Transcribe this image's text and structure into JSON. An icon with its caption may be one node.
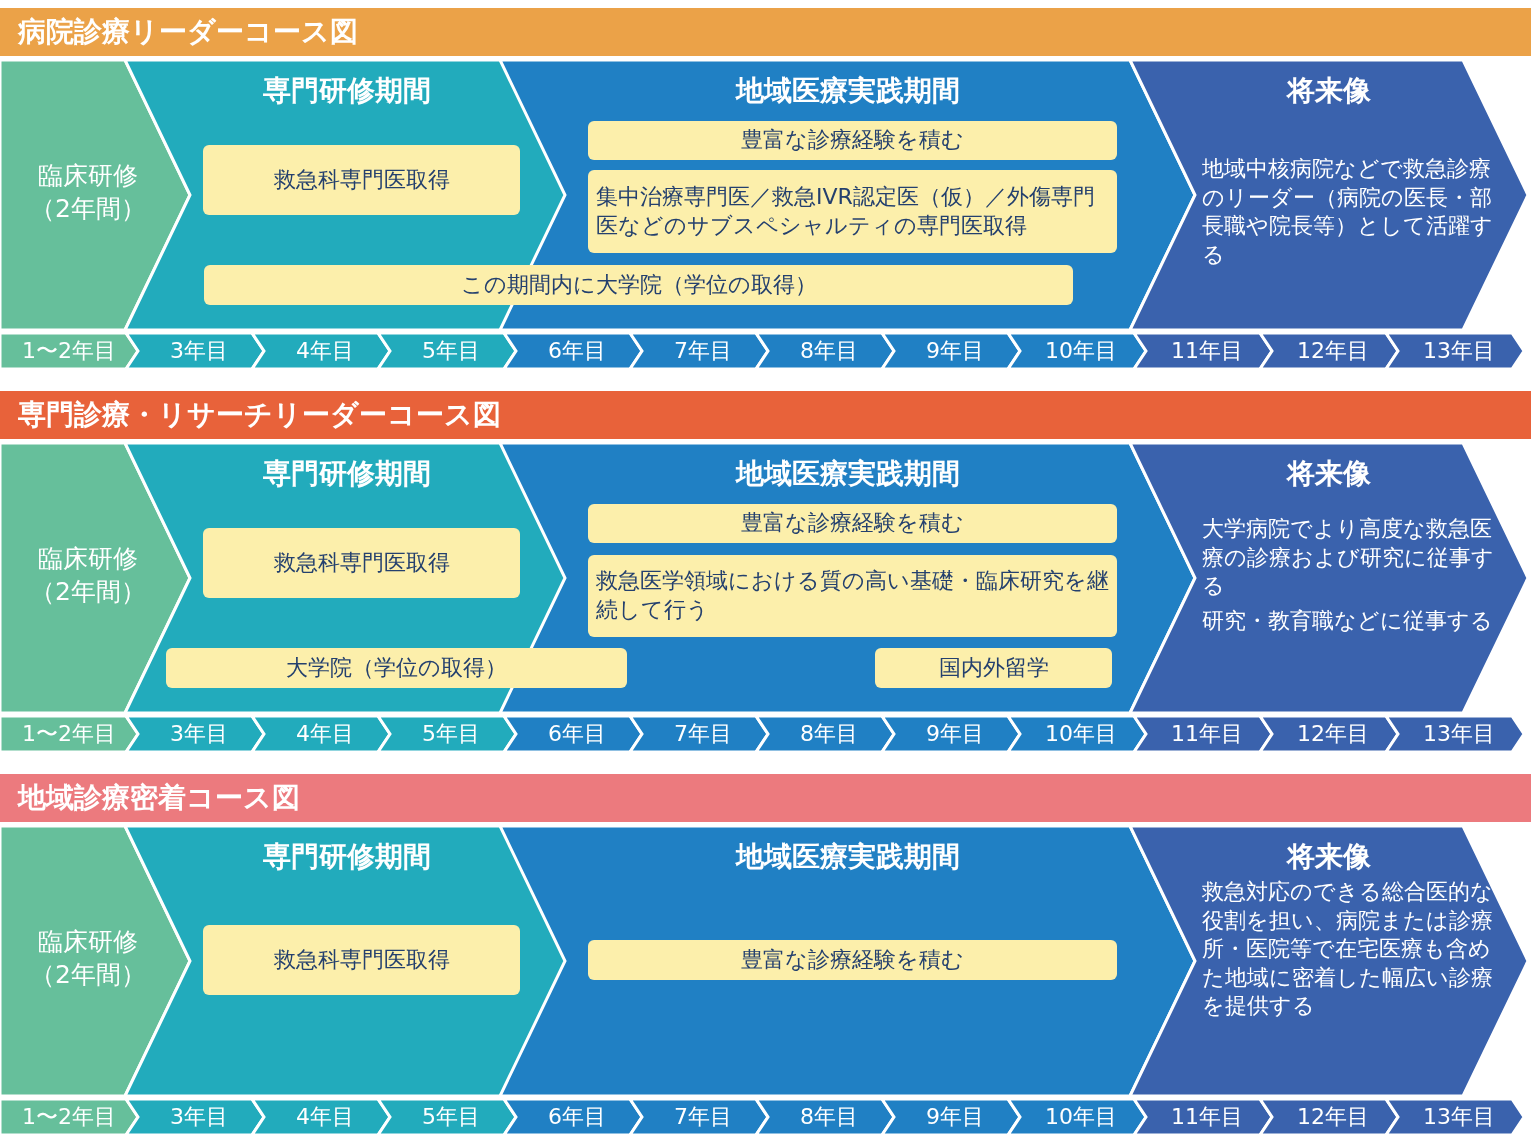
{
  "diagram": {
    "nodes": [
      {
        "text": [
          "病院診療リーダーコース図"
        ]
      },
      {
        "text": [
          "臨床研修（2年間）"
        ]
      },
      {
        "text": [
          "専門研修期間"
        ]
      },
      {
        "text": [
          "救急科専門医取得"
        ],
        "in": 2
      },
      {
        "text": [
          "この期間内に大学院（学位の取得）"
        ]
      },
      {
        "text": [
          "地域医療実践期間"
        ]
      },
      {
        "text": [
          "豊富な診療経験を積む"
        ],
        "in": 5
      },
      {
        "text": [
          "集中治療専門医／救急IVR認定医（仮）／外傷専門医などのサブスペシャルティの専門医取得"
        ],
        "in": 5
      },
      {
        "text": [
          "将来像",
          "地域中核病院などで救急診療のリーダー（病院の医長・部長職や院長等）として活躍する"
        ]
      },
      {
        "text": [
          "1〜2年目"
        ]
      },
      {
        "text": [
          "3年目"
        ]
      },
      {
        "text": [
          "4年目"
        ]
      },
      {
        "text": [
          "5年目"
        ]
      },
      {
        "text": [
          "6年目"
        ]
      },
      {
        "text": [
          "7年目"
        ]
      },
      {
        "text": [
          "8年目"
        ]
      },
      {
        "text": [
          "9年目"
        ]
      },
      {
        "text": [
          "10年目"
        ]
      },
      {
        "text": [
          "11年目"
        ]
      },
      {
        "text": [
          "12年目"
        ]
      },
      {
        "text": [
          "13年目"
        ]
      },
      {
        "text": [
          "専門診療・リサーチリーダーコース図"
        ]
      },
      {
        "text": [
          "臨床研修（2年間）"
        ]
      },
      {
        "text": [
          "専門研修期間"
        ]
      },
      {
        "text": [
          "救急科専門医取得"
        ],
        "in": 23
      },
      {
        "text": [
          "大学院（学位の取得）"
        ]
      },
      {
        "text": [
          "地域医療実践期間"
        ]
      },
      {
        "text": [
          "豊富な診療経験を積む"
        ],
        "in": 26
      },
      {
        "text": [
          "救急医学領域における質の高い基礎・臨床研究を継続して行う"
        ],
        "in": 26
      },
      {
        "text": [
          "国内外留学"
        ],
        "in": 26
      },
      {
        "text": [
          "将来像",
          "大学病院でより高度な救急医療の診療および研究に従事する",
          "研究・教育職などに従事する"
        ]
      },
      {
        "text": [
          "1〜2年目"
        ]
      },
      {
        "text": [
          "3年目"
        ]
      },
      {
        "text": [
          "4年目"
        ]
      },
      {
        "text": [
          "5年目"
        ]
      },
      {
        "text": [
          "6年目"
        ]
      },
      {
        "text": [
          "7年目"
        ]
      },
      {
        "text": [
          "8年目"
        ]
      },
      {
        "text": [
          "9年目"
        ]
      },
      {
        "text": [
          "10年目"
        ]
      },
      {
        "text": [
          "11年目"
        ]
      },
      {
        "text": [
          "12年目"
        ]
      },
      {
        "text": [
          "13年目"
        ]
      },
      {
        "text": [
          "地域診療密着コース図"
        ]
      },
      {
        "text": [
          "臨床研修（2年間）"
        ]
      },
      {
        "text": [
          "専門研修期間"
        ]
      },
      {
        "text": [
          "救急科専門医取得"
        ],
        "in": 45
      },
      {
        "text": [
          "地域医療実践期間"
        ]
      },
      {
        "text": [
          "豊富な診療経験を積む"
        ],
        "in": 47
      },
      {
        "text": [
          "将来像",
          "救急対応のできる総合医的な役割を担い、病院または診療所・医院等で在宅医療も含めた地域に密着した幅広い診療を提供する"
        ]
      },
      {
        "text": [
          "1〜2年目"
        ]
      },
      {
        "text": [
          "3年目"
        ]
      },
      {
        "text": [
          "4年目"
        ]
      },
      {
        "text": [
          "5年目"
        ]
      },
      {
        "text": [
          "6年目"
        ]
      },
      {
        "text": [
          "7年目"
        ]
      },
      {
        "text": [
          "8年目"
        ]
      },
      {
        "text": [
          "9年目"
        ]
      },
      {
        "text": [
          "10年目"
        ]
      },
      {
        "text": [
          "11年目"
        ]
      },
      {
        "text": [
          "12年目"
        ]
      },
      {
        "text": [
          "13年目"
        ]
      }
    ],
    "edges": []
  }
}
